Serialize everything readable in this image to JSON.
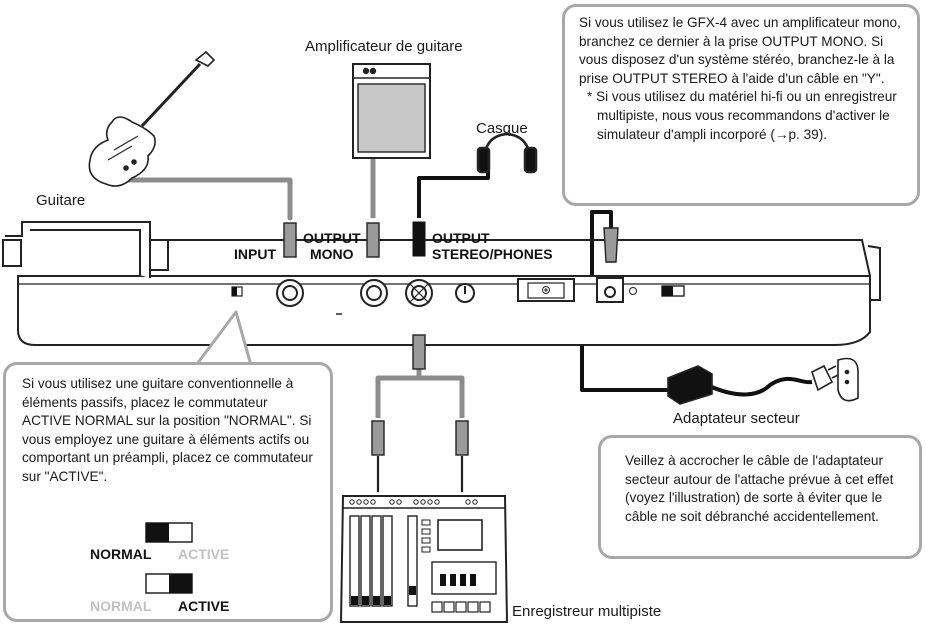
{
  "labels": {
    "guitar": "Guitare",
    "amp": "Amplificateur de guitare",
    "headphones": "Casque",
    "input": "INPUT",
    "output_mono": "OUTPUT\nMONO",
    "output_stereo": "OUTPUT\nSTEREO/PHONES",
    "ac_adapter": "Adaptateur secteur",
    "recorder": "Enregistreur multipiste"
  },
  "notes": {
    "top_right": {
      "paragraph": "Si vous utilisez le GFX-4 avec un amplificateur mono, branchez ce dernier à la prise OUTPUT MONO. Si vous disposez d'un système stéréo, branchez-le à la prise OUTPUT STEREO à l'aide d'un câble en \"Y\".",
      "asterisk": "* Si vous utilisez du matériel hi-fi ou un enregistreur multipiste, nous vous recommandons d'activer le simulateur d'ampli incorporé (→p. 39)."
    },
    "bottom_left": "Si vous utilisez une guitare conventionnelle à éléments passifs, placez le commutateur ACTIVE NORMAL sur la position \"NORMAL\". Si vous employez une guitare à éléments actifs ou comportant un préampli, placez ce commutateur sur \"ACTIVE\".",
    "bottom_right": "Veillez à accrocher le câble de l'adaptateur secteur autour de l'attache prévue à cet effet (voyez l'illustration) de sorte à éviter que le câble ne soit débranché accidentellement."
  },
  "switch_states": [
    {
      "normal": "NORMAL",
      "active": "ACTIVE",
      "selected": "NORMAL"
    },
    {
      "normal": "NORMAL",
      "active": "ACTIVE",
      "selected": "ACTIVE"
    }
  ]
}
